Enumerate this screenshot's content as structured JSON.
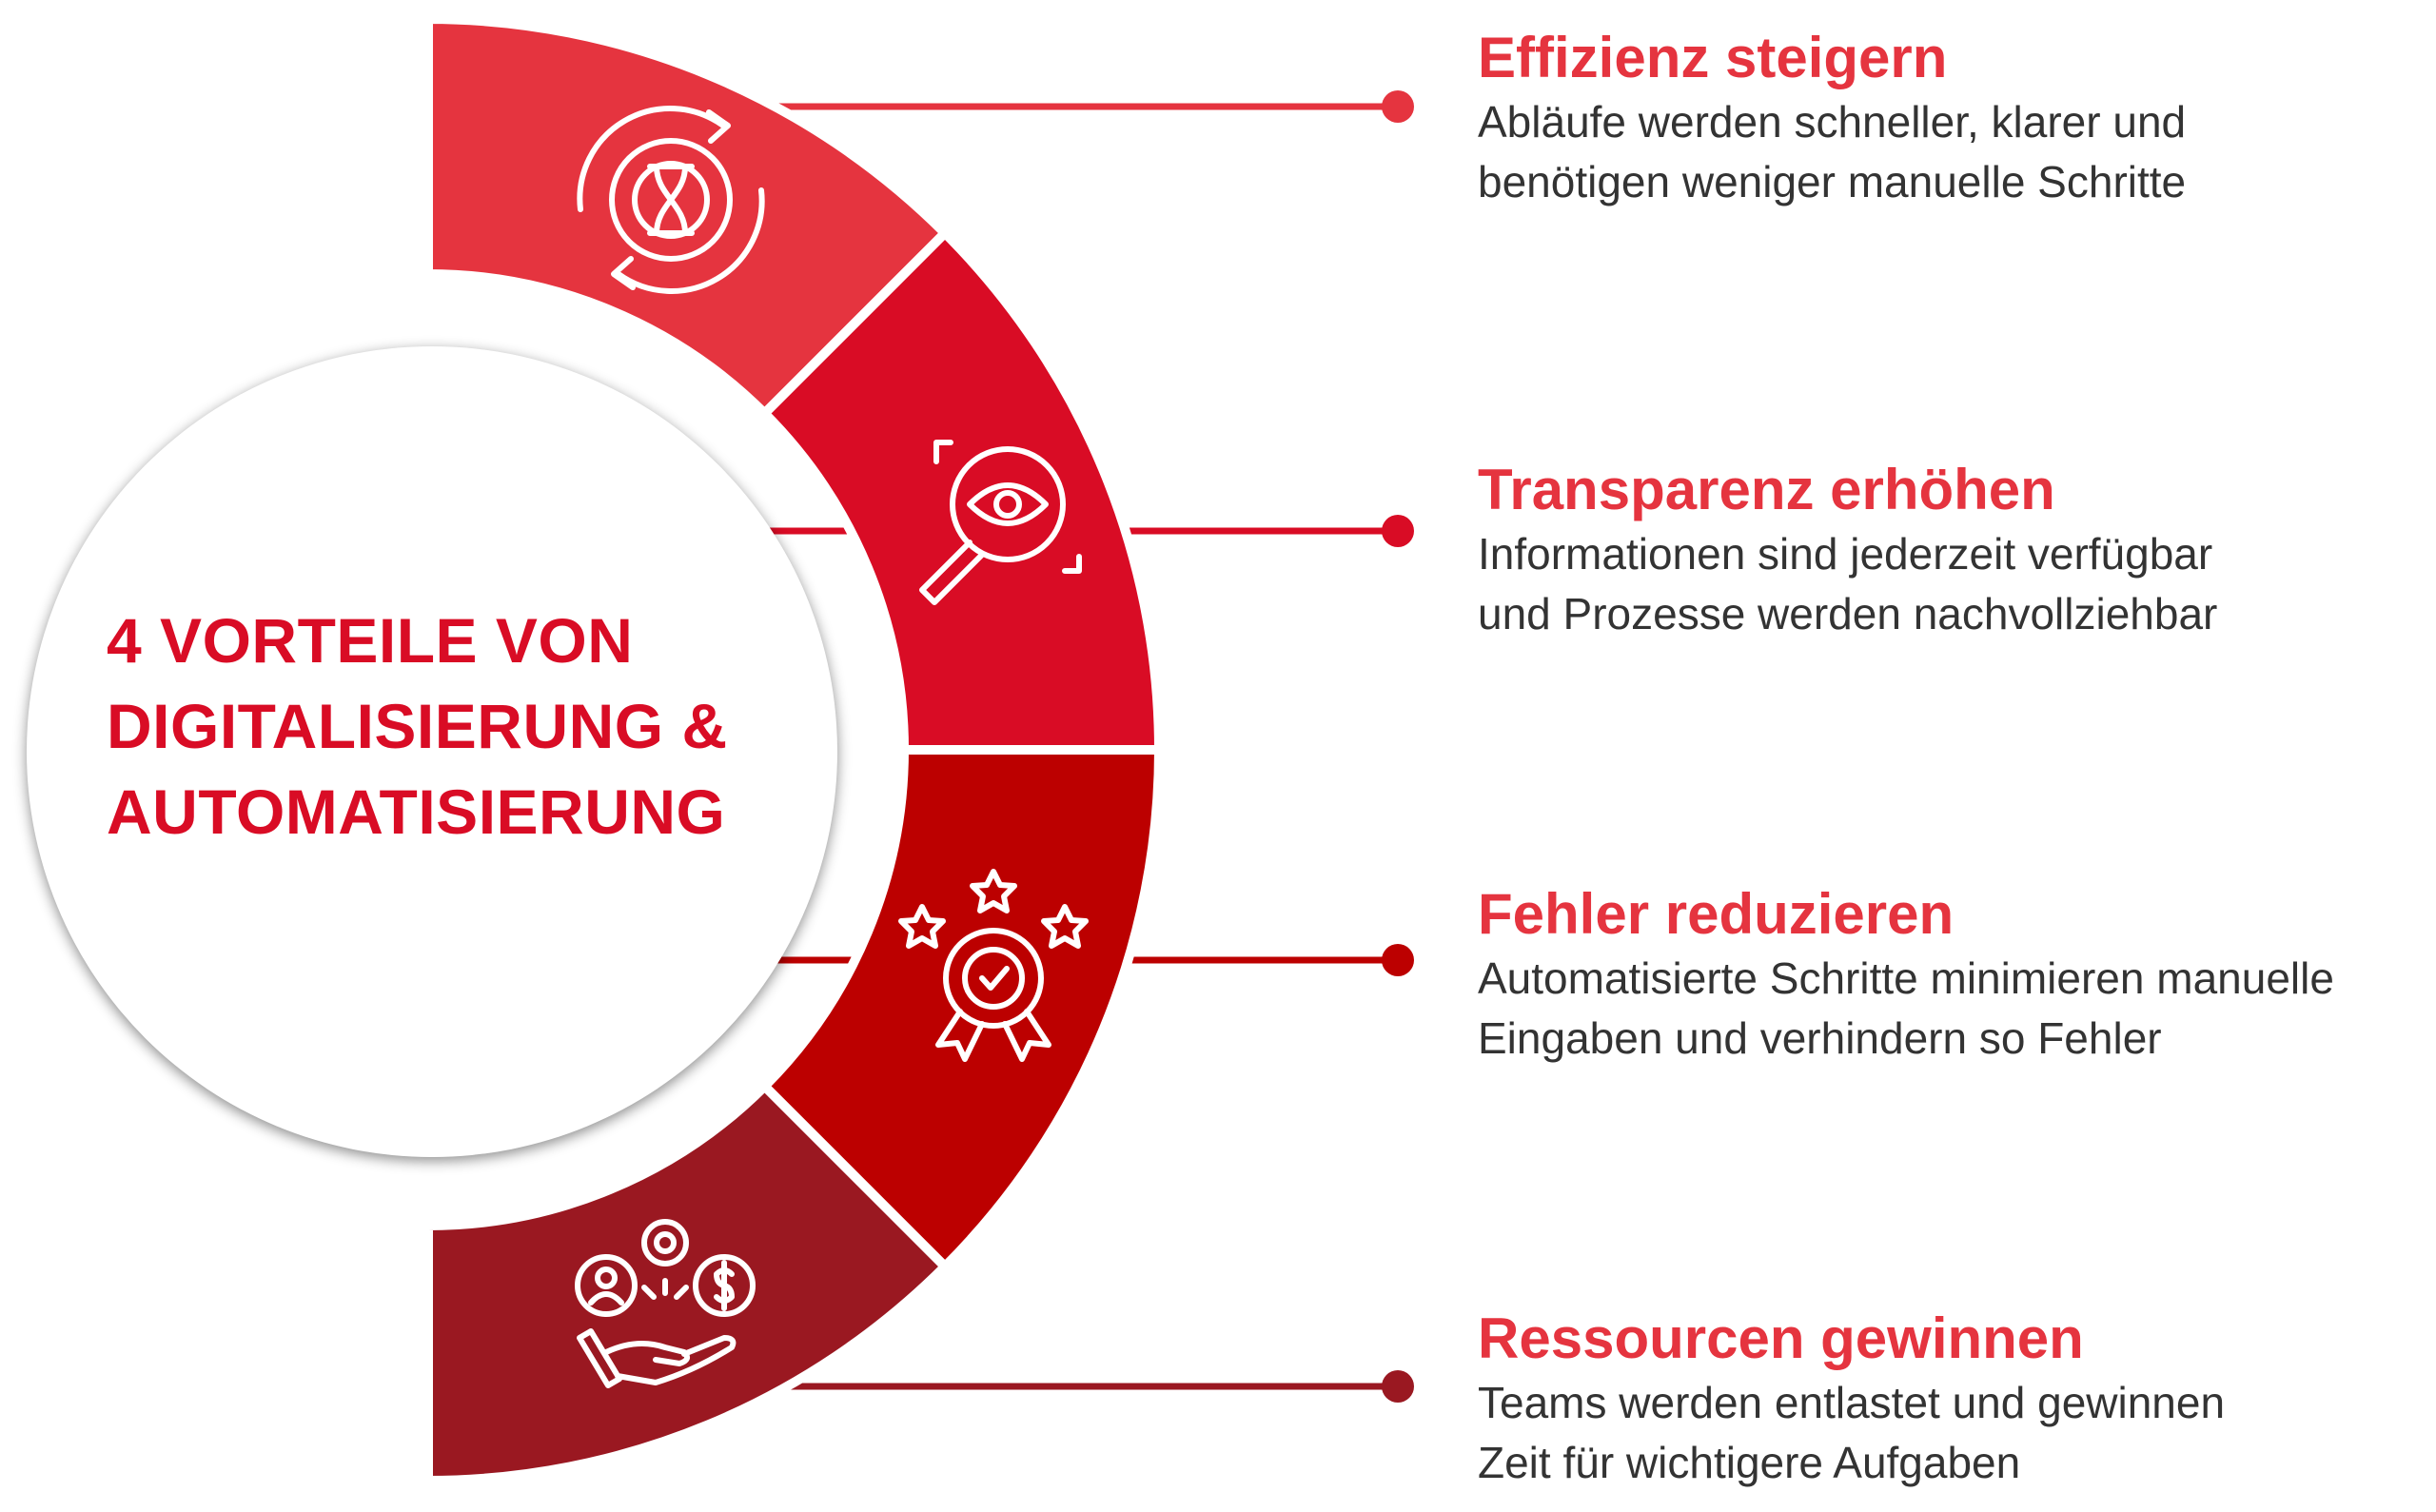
{
  "title": {
    "lines": [
      "4 VORTEILE VON",
      "DIGITALISIERUNG &",
      "AUTOMATISIERUNG"
    ]
  },
  "colors": {
    "heading": "#e5343f",
    "title": "#d90c25",
    "text": "#333333"
  },
  "items": [
    {
      "heading": "Effizienz steigern",
      "lines": [
        "Abläufe werden schneller, klarer und",
        "benötigen weniger manuelle Schritte"
      ],
      "color": "#e5343f",
      "icon": "gear-hourglass-cycle-icon"
    },
    {
      "heading": "Transparenz erhöhen",
      "lines": [
        "Informationen sind jederzeit verfügbar",
        "und Prozesse werden nachvollziehbar"
      ],
      "color": "#d90c25",
      "icon": "magnifier-eye-icon"
    },
    {
      "heading": "Fehler reduzieren",
      "lines": [
        "Automatisierte Schritte minimieren manuelle",
        "Eingaben und verhindern so Fehler"
      ],
      "color": "#bc0000",
      "icon": "award-stars-icon"
    },
    {
      "heading": "Ressourcen gewinnen",
      "lines": [
        "Teams werden entlastet und gewinnen",
        "Zeit für wichtigere Aufgaben"
      ],
      "color": "#9a1821",
      "icon": "hand-resources-icon"
    }
  ]
}
